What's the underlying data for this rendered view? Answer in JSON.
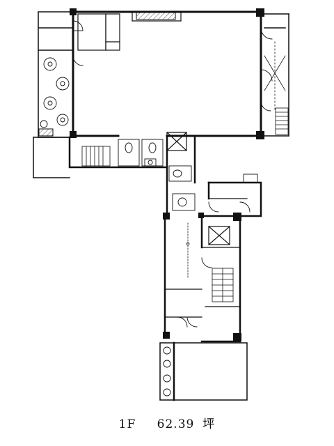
{
  "caption": {
    "floor": "1F",
    "area": "62.39",
    "unit": "坪"
  },
  "colors": {
    "ink": "#111111",
    "paper": "#ffffff",
    "hatch": "#555555"
  },
  "icons": [
    "plant-icon",
    "stair-icon",
    "elevator-icon",
    "toilet-icon",
    "sink-icon",
    "door-swing-icon",
    "fan-icon"
  ]
}
